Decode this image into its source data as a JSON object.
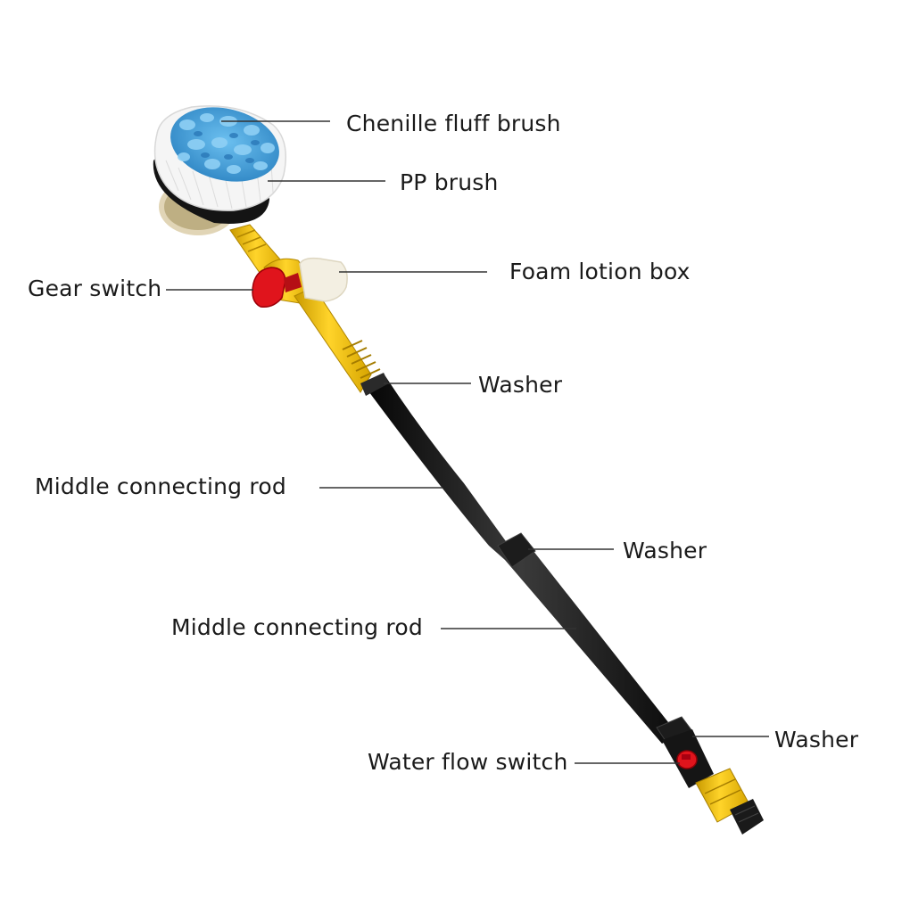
{
  "labels": {
    "chenille": "Chenille fluff brush",
    "pp": "PP brush",
    "foam": "Foam lotion box",
    "gear": "Gear switch",
    "washer_top": "Washer",
    "rod_upper": "Middle connecting rod",
    "washer_middle": "Washer",
    "rod_lower": "Middle connecting rod",
    "washer_bottom": "Washer",
    "water": "Water flow switch"
  },
  "colors": {
    "rod": "#151515",
    "yellow": "#f2c21b",
    "red": "#e0141c",
    "chenille": "#4fa3dc",
    "bristle": "#f4f4f4",
    "lotion": "#f3efe2",
    "leader": "#333333"
  }
}
